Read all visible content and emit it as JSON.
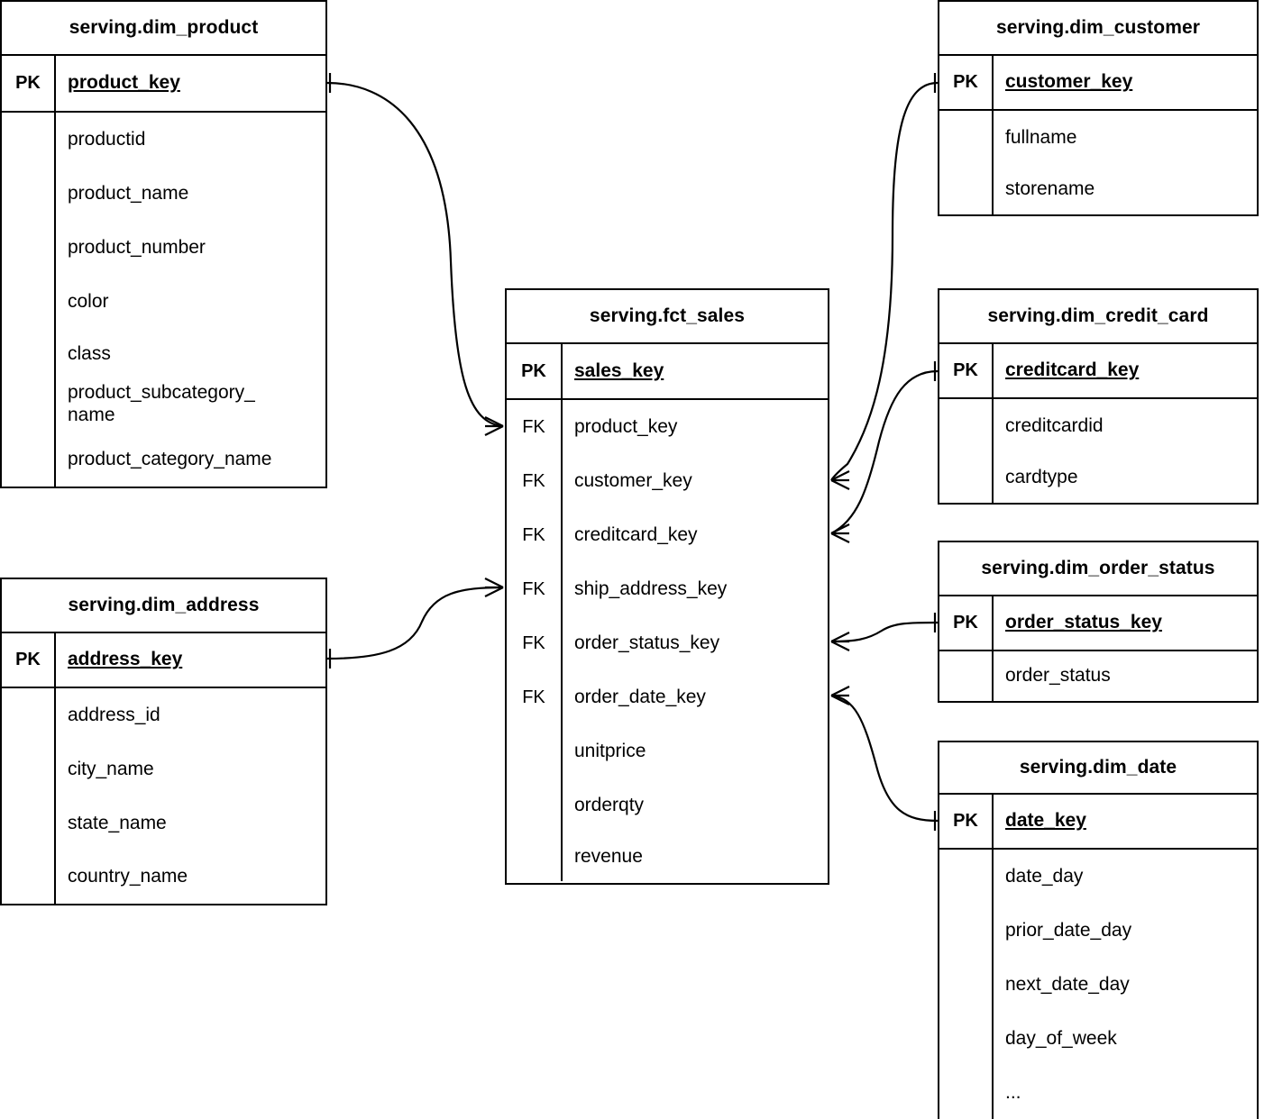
{
  "diagram": {
    "type": "entity-relationship-diagram",
    "notation": "crow's foot",
    "background_color": "#ffffff",
    "line_color": "#000000",
    "entity_count": 7
  },
  "entities": {
    "dim_product": {
      "title": "serving.dim_product",
      "pk_label": "PK",
      "pk_column": "product_key",
      "attributes": [
        "productid",
        "product_name",
        "product_number",
        "color",
        "class",
        "product_subcategory_\nname",
        "product_category_name"
      ]
    },
    "dim_address": {
      "title": "serving.dim_address",
      "pk_label": "PK",
      "pk_column": "address_key",
      "attributes": [
        "address_id",
        "city_name",
        "state_name",
        "country_name"
      ]
    },
    "fct_sales": {
      "title": "serving.fct_sales",
      "pk_label": "PK",
      "pk_column": "sales_key",
      "fk_label": "FK",
      "fk_columns": [
        "product_key",
        "customer_key",
        "creditcard_key",
        "ship_address_key",
        "order_status_key",
        "order_date_key"
      ],
      "measures": [
        "unitprice",
        "orderqty",
        "revenue"
      ]
    },
    "dim_customer": {
      "title": "serving.dim_customer",
      "pk_label": "PK",
      "pk_column": "customer_key",
      "attributes": [
        "fullname",
        "storename"
      ]
    },
    "dim_credit_card": {
      "title": "serving.dim_credit_card",
      "pk_label": "PK",
      "pk_column": "creditcard_key",
      "attributes": [
        "creditcardid",
        "cardtype"
      ]
    },
    "dim_order_status": {
      "title": "serving.dim_order_status",
      "pk_label": "PK",
      "pk_column": "order_status_key",
      "attributes": [
        "order_status"
      ]
    },
    "dim_date": {
      "title": "serving.dim_date",
      "pk_label": "PK",
      "pk_column": "date_key",
      "attributes": [
        "date_day",
        "prior_date_day",
        "next_date_day",
        "day_of_week",
        "..."
      ]
    }
  },
  "relationships": [
    {
      "from": "dim_product",
      "from_column": "product_key",
      "to": "fct_sales",
      "to_column": "product_key",
      "from_cardinality": "one",
      "to_cardinality": "many"
    },
    {
      "from": "dim_address",
      "from_column": "address_key",
      "to": "fct_sales",
      "to_column": "ship_address_key",
      "from_cardinality": "one",
      "to_cardinality": "many"
    },
    {
      "from": "dim_customer",
      "from_column": "customer_key",
      "to": "fct_sales",
      "to_column": "customer_key",
      "from_cardinality": "one",
      "to_cardinality": "many"
    },
    {
      "from": "dim_credit_card",
      "from_column": "creditcard_key",
      "to": "fct_sales",
      "to_column": "creditcard_key",
      "from_cardinality": "one",
      "to_cardinality": "many"
    },
    {
      "from": "dim_order_status",
      "from_column": "order_status_key",
      "to": "fct_sales",
      "to_column": "order_status_key",
      "from_cardinality": "one",
      "to_cardinality": "many"
    },
    {
      "from": "dim_date",
      "from_column": "date_key",
      "to": "fct_sales",
      "to_column": "order_date_key",
      "from_cardinality": "one",
      "to_cardinality": "many"
    }
  ]
}
